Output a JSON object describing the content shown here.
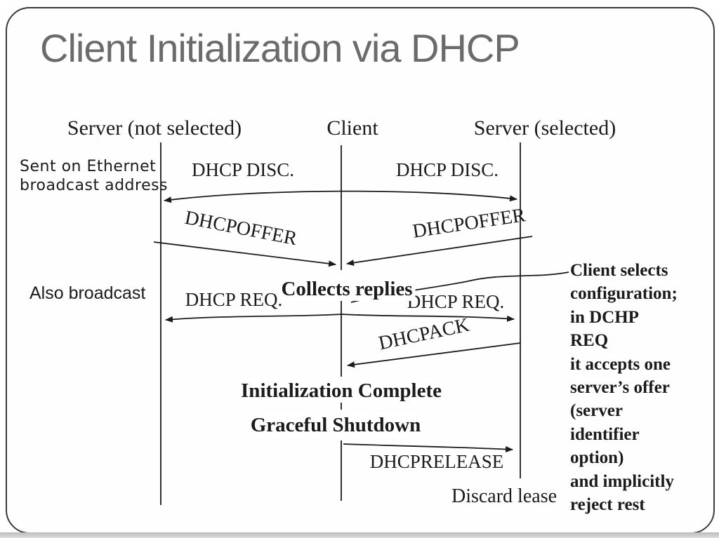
{
  "slide": {
    "title": "Client Initialization via DHCP"
  },
  "columns": {
    "server_not_selected": "Server (not selected)",
    "client": "Client",
    "server_selected": "Server (selected)"
  },
  "side_notes": {
    "ethernet_broadcast": "Sent on Ethernet\nbroadcast address",
    "also_broadcast": "Also broadcast",
    "discard_lease": "Discard lease"
  },
  "messages": {
    "disc_left": "DHCP DISC.",
    "disc_right": "DHCP DISC.",
    "offer_left": "DHCPOFFER",
    "offer_right": "DHCPOFFER",
    "req_left": "DHCP REQ.",
    "req_right": "DHCP REQ.",
    "ack": "DHCPACK",
    "release": "DHCPRELEASE"
  },
  "states": {
    "collects_replies": "Collects replies",
    "init_complete": "Initialization Complete",
    "graceful_shutdown": "Graceful Shutdown"
  },
  "annotation": {
    "client_selects": "Client selects\nconfiguration;\nin DCHP\nREQ\nit accepts one\nserver’s offer\n(server\nidentifier\noption)\nand implicitly\nreject rest"
  },
  "colors": {
    "ink": "#1b1b1b",
    "title_gray": "#6b6b6b",
    "background": "#ffffff",
    "bottom_strip": "#c9cacc"
  }
}
